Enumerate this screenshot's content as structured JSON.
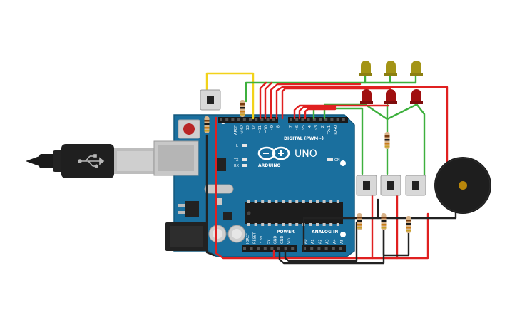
{
  "board": {
    "name": "ARDUINO",
    "model": "UNO",
    "digital_header_label": "DIGITAL (PWM~)",
    "power_header_label": "POWER",
    "analog_header_label": "ANALOG IN",
    "led_l": "L",
    "led_tx": "TX",
    "led_rx": "RX",
    "led_on": "ON",
    "digital_pins": [
      "AREF",
      "GND",
      "13",
      "12",
      "~11",
      "~10",
      "~9",
      "8",
      "7",
      "~6",
      "~5",
      "4",
      "~3",
      "2",
      "TX▸1",
      "RX◂0"
    ],
    "power_pins": [
      "IOREF",
      "RESET",
      "3.3V",
      "5V",
      "GND",
      "GND",
      "Vin"
    ],
    "analog_pins": [
      "A0",
      "A1",
      "A2",
      "A3",
      "A4",
      "A5"
    ]
  },
  "colors": {
    "board": "#1a6f9e",
    "board_edge": "#14587d",
    "wire_red": "#e02020",
    "wire_green": "#3db03d",
    "wire_yellow": "#f2d21a",
    "wire_black": "#222222",
    "led_yellow": "#a39416",
    "led_red": "#a01010",
    "buzzer": "#1e1e1e"
  },
  "components": {
    "yellow_leds": 3,
    "red_leds": 3,
    "pushbuttons": 4,
    "resistors": 6,
    "buzzer": 1
  }
}
